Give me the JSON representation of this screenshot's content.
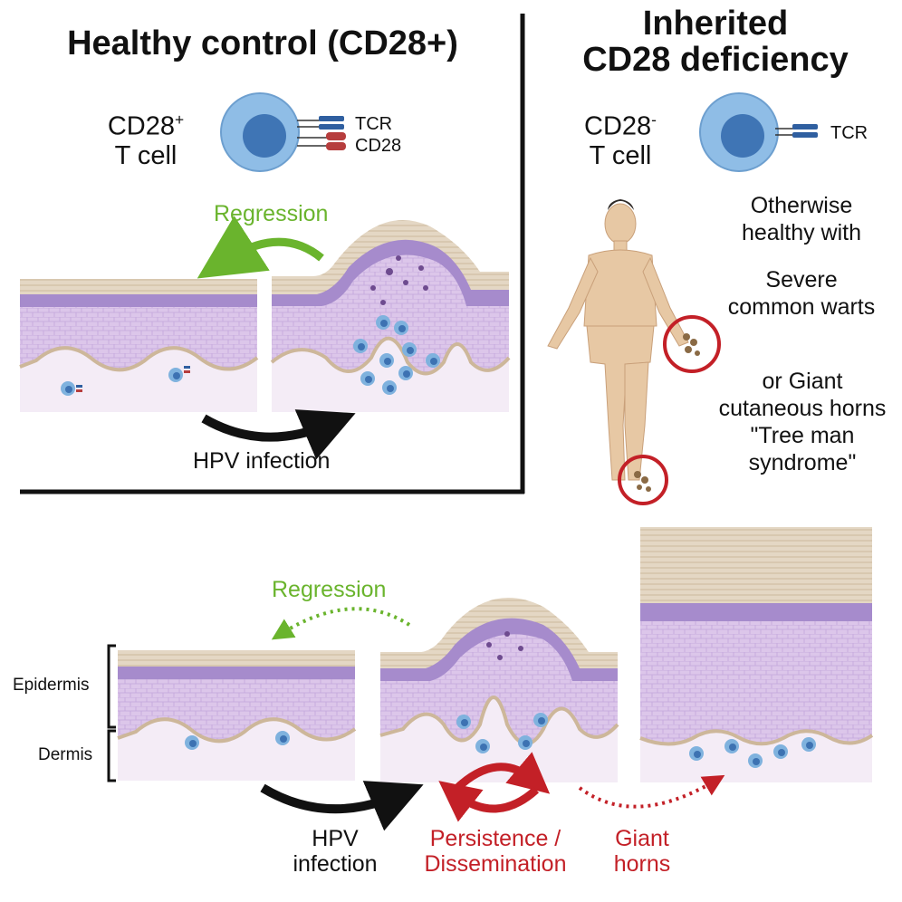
{
  "healthy": {
    "title": "Healthy control (CD28+)",
    "cell_label_line1": "CD28",
    "cell_label_sup": "+",
    "cell_label_line2": "T cell",
    "receptor_tcr": "TCR",
    "receptor_cd28": "CD28",
    "regression_label": "Regression",
    "infection_label": "HPV infection"
  },
  "deficiency": {
    "title_line1": "Inherited",
    "title_line2": "CD28 deficiency",
    "cell_label_line1": "CD28",
    "cell_label_sup": "-",
    "cell_label_line2": "T cell",
    "receptor_tcr": "TCR",
    "phenotype": [
      "Otherwise healthy with",
      "Severe common warts",
      "or Giant cutaneous horns \"Tree man syndrome\""
    ]
  },
  "bottom": {
    "layer_epidermis": "Epidermis",
    "layer_dermis": "Dermis",
    "regression_label": "Regression",
    "infection_line1": "HPV",
    "infection_line2": "infection",
    "persistence_line1": "Persistence /",
    "persistence_line2": "Dissemination",
    "horns_line1": "Giant",
    "horns_line2": "horns"
  },
  "colors": {
    "green": "#6ab42d",
    "red": "#c32027",
    "epidermis": "#d9c3e8",
    "basal": "#a98fcf",
    "keratin": "#e3d6c3",
    "dermis": "#f3eaf5",
    "cell_outer": "#7fb2de",
    "cell_nucleus": "#3d72b2"
  }
}
